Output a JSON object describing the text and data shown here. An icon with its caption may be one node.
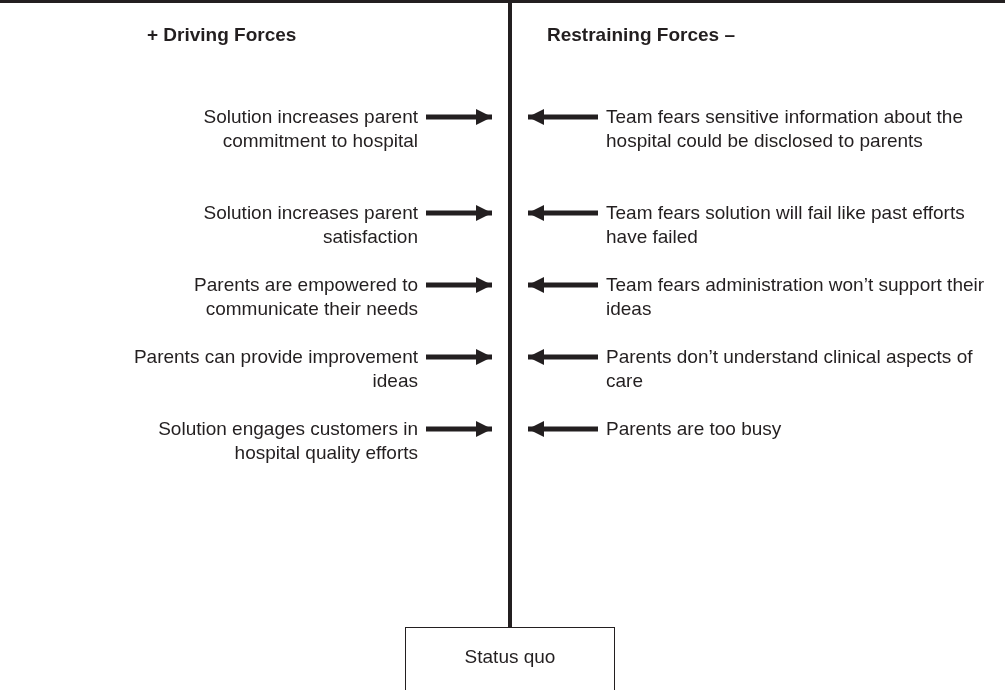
{
  "diagram": {
    "nodes": [
      {
        "text": [
          "Solution increases parent commitment to hospital"
        ]
      },
      {
        "text": [
          "Solution increases parent satisfaction"
        ]
      },
      {
        "text": [
          "Parents are empowered to communicate their needs"
        ]
      },
      {
        "text": [
          "Parents can provide improvement ideas"
        ]
      },
      {
        "text": [
          "Solution engages customers in hospital quality efforts"
        ]
      },
      {
        "text": [
          "Team fears sensitive information about the hospital could be disclosed to parents"
        ]
      },
      {
        "text": [
          "Team fears solution will fail like past efforts have failed"
        ]
      },
      {
        "text": [
          "Team fears administration won’t support their ideas"
        ]
      },
      {
        "text": [
          "Parents don’t understand clinical aspects of care"
        ]
      },
      {
        "text": [
          "Parents are too busy"
        ]
      },
      {
        "text": [
          "Status quo"
        ]
      }
    ],
    "edges": [
      {
        "from": 0,
        "to": null,
        "arrow": "to"
      },
      {
        "from": 1,
        "to": null,
        "arrow": "to"
      },
      {
        "from": 2,
        "to": null,
        "arrow": "to"
      },
      {
        "from": 3,
        "to": null,
        "arrow": "to"
      },
      {
        "from": 4,
        "to": null,
        "arrow": "to"
      },
      {
        "from": 5,
        "to": null,
        "arrow": "to"
      },
      {
        "from": 6,
        "to": null,
        "arrow": "to"
      },
      {
        "from": 7,
        "to": null,
        "arrow": "to"
      },
      {
        "from": 8,
        "to": null,
        "arrow": "to"
      },
      {
        "from": 9,
        "to": null,
        "arrow": "to"
      }
    ],
    "labels": [
      "+ Driving Forces",
      "Restraining Forces –"
    ]
  }
}
